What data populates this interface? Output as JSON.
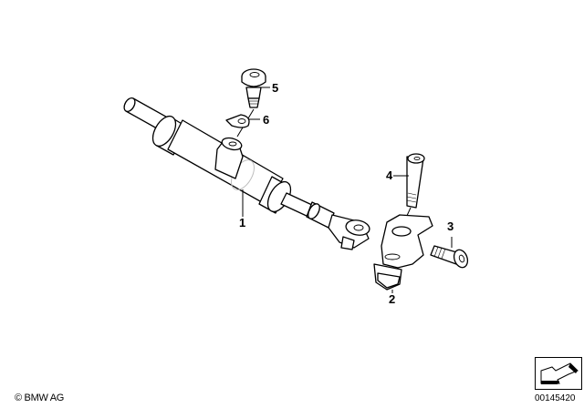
{
  "diagram": {
    "type": "exploded parts diagram",
    "subject": "steering damper assembly",
    "callouts": [
      {
        "id": "1",
        "label": "1",
        "part": "steering damper"
      },
      {
        "id": "2",
        "label": "2",
        "part": "bracket"
      },
      {
        "id": "3",
        "label": "3",
        "part": "socket head cap screw (short)"
      },
      {
        "id": "4",
        "label": "4",
        "part": "socket head cap screw (long)"
      },
      {
        "id": "5",
        "label": "5",
        "part": "shoulder bolt"
      },
      {
        "id": "6",
        "label": "6",
        "part": "tab washer / clip"
      }
    ]
  },
  "footer": {
    "copyright": "© BMW AG",
    "document_number": "00145420",
    "nav_icon": "arrow-back-icon"
  },
  "colors": {
    "line": "#000000",
    "background": "#ffffff",
    "shading": "#d9d9d9"
  }
}
